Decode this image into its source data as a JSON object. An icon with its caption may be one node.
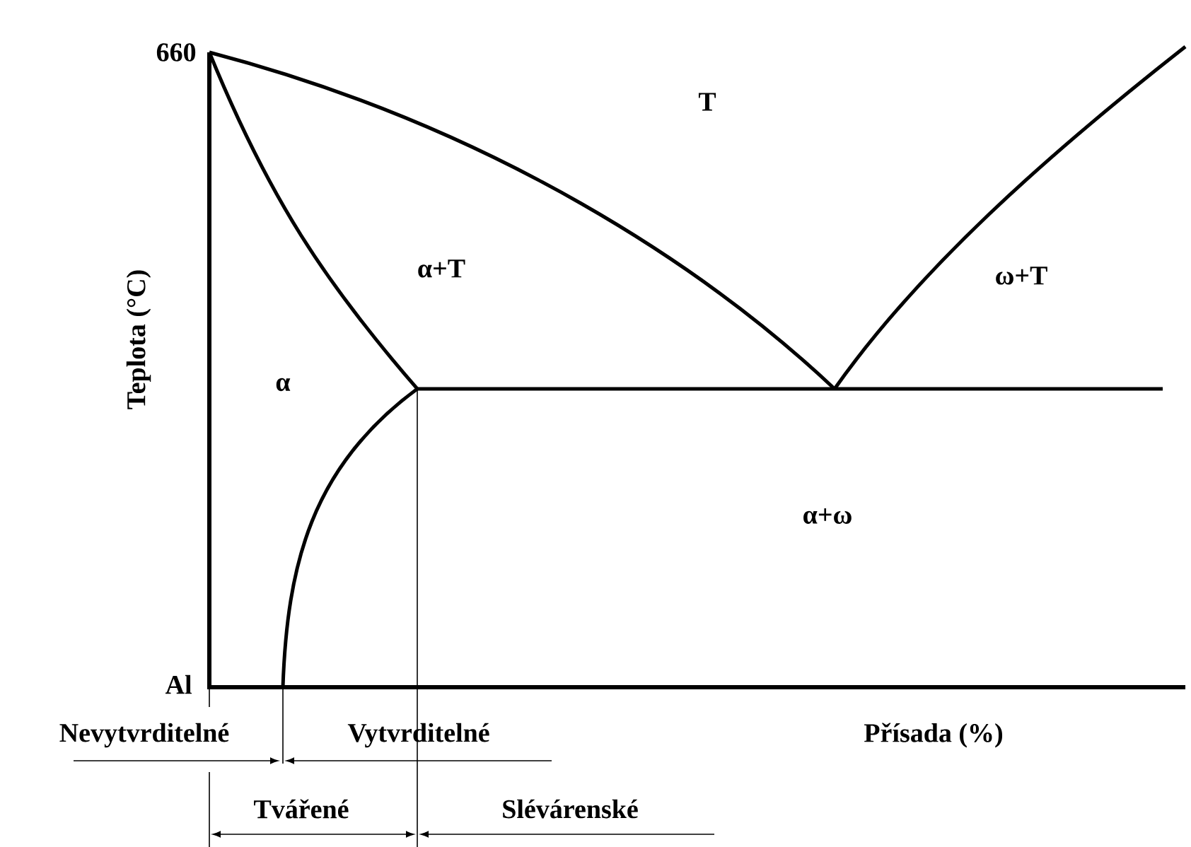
{
  "diagram": {
    "labels": [
      "660",
      "T",
      "α+T",
      "ω+T",
      "α",
      "Teplota (°C)",
      "α+ω",
      "Al",
      "Nevytvrditelné",
      "Vytvrditelné",
      "Přísada (%)",
      "Tvářené",
      "Slévárenské"
    ]
  }
}
